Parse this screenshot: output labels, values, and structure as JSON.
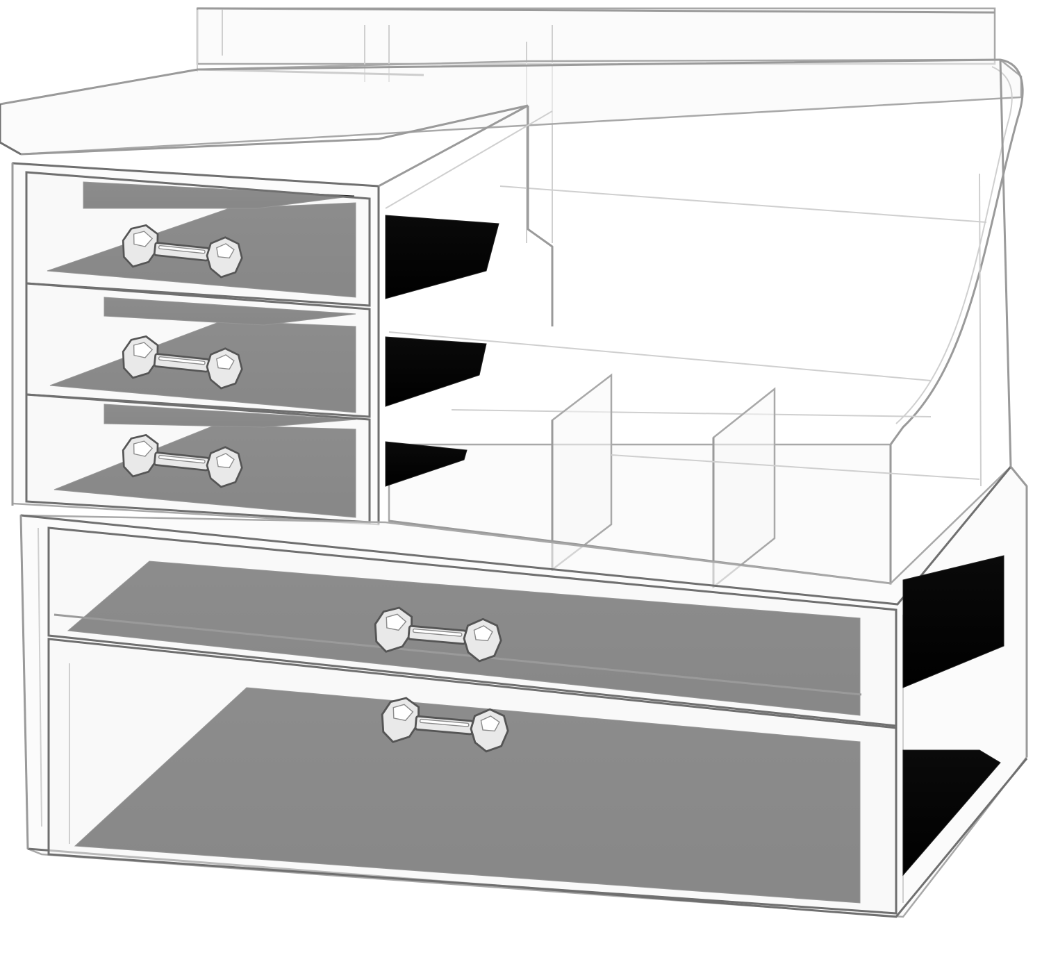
{
  "image": {
    "subject": "clear-acrylic-organizer",
    "colors": {
      "background": "#ffffff",
      "felt_liner": "#000000",
      "acrylic_edge": "#9a9a9a",
      "knob": "#d9d9d9"
    },
    "icons": {
      "knob": "faceted-bar-handle-icon"
    },
    "upper_unit": {
      "small_drawer_count": 3,
      "top_compartment_count": 3,
      "front_divider_slot_count": 3
    },
    "lower_unit": {
      "large_drawer_count": 2
    }
  }
}
